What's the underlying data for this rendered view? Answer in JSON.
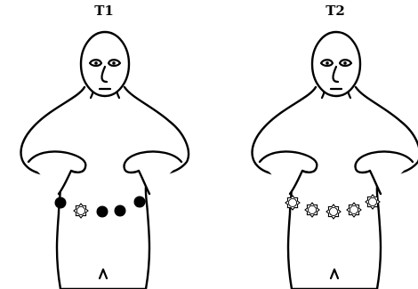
{
  "panels": [
    {
      "label": "T1",
      "markers": [
        "filled",
        "hollow",
        "filled",
        "filled",
        "filled"
      ]
    },
    {
      "label": "T2",
      "markers": [
        "hollow",
        "hollow",
        "hollow",
        "hollow",
        "hollow"
      ]
    }
  ]
}
